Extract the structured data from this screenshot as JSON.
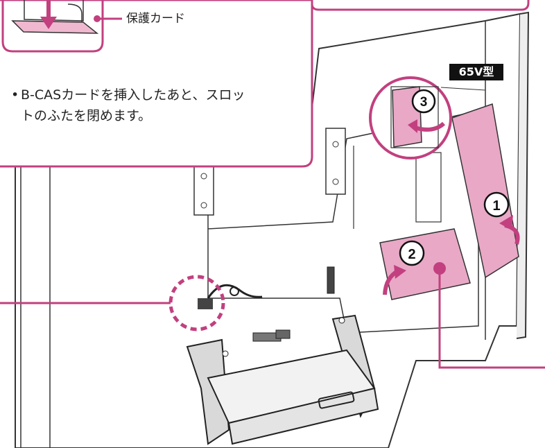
{
  "callout": {
    "card_label": "保護カード",
    "bullet_mark": "•",
    "bullet_line1": "B-CASカードを挿入したあと、スロッ",
    "bullet_line2": "トのふたを閉めます。"
  },
  "model_badge": "65V型",
  "steps": [
    "①",
    "②",
    "③"
  ],
  "colors": {
    "accent": "#c2407f",
    "panel_pink": "#e8a8c6",
    "card_pink": "#f0b8cf",
    "line": "#333333",
    "body_white": "#ffffff"
  }
}
